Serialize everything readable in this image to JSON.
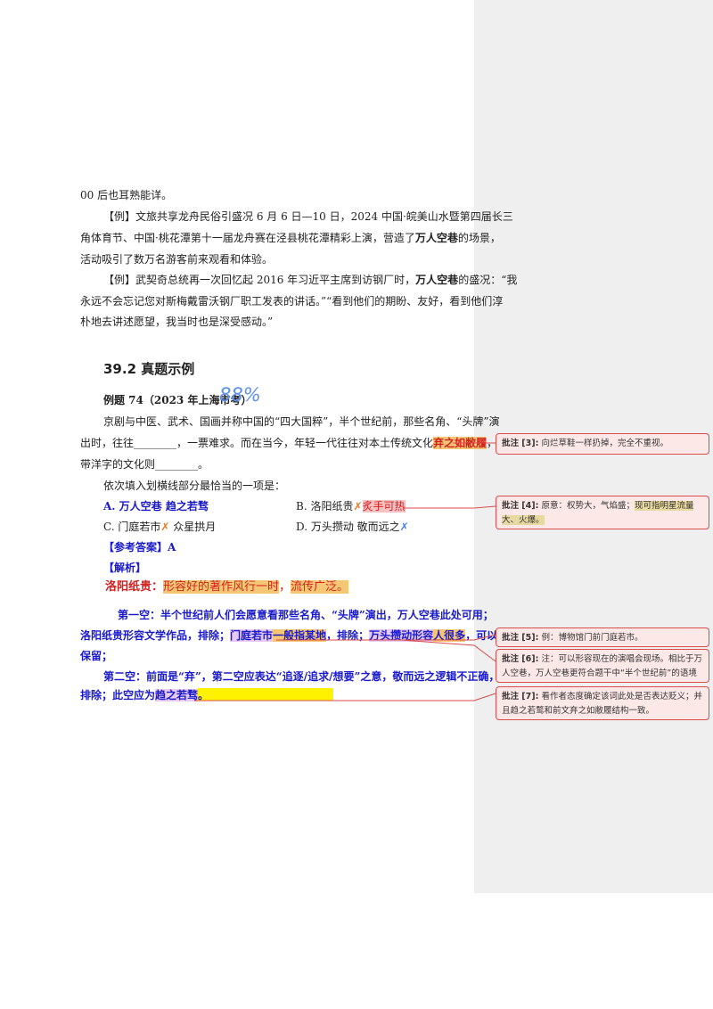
{
  "body": {
    "line1": "00 后也耳熟能详。",
    "ex1_a": "【例】文旅共享龙舟民俗引盛况 6 月 6 日—10 日，2024 中国·皖美山水暨第四届长三",
    "ex1_b_pre": "角体育节、中国·桃花潭第十一届龙舟赛在泾县桃花潭精彩上演，营造了",
    "ex1_b_bold": "万人空巷",
    "ex1_b_post": "的场景，",
    "ex1_c": "活动吸引了数万名游客前来观看和体验。",
    "ex2_a_pre": "【例】武契奇总统再一次回忆起 2016 年习近平主席到访钢厂时，",
    "ex2_a_bold": "万人空巷",
    "ex2_a_post": "的盛况：“我",
    "ex2_b": "永远不会忘记您对斯梅戴雷沃钢厂职工发表的讲话。”“看到他们的期盼、友好，看到他们淳",
    "ex2_c": "朴地去讲述愿望，我当时也是深受感动。”",
    "heading": "39.2   真题示例",
    "example_title": "例题 74（2023 年上海市考）",
    "pct_mark": "88%",
    "q1": "京剧与中医、武术、国画并称中国的“四大国粹”，半个世纪前，那些名角、“头牌”演",
    "q2_pre": "出时，往往________，一票难求。而在当今，年轻一代往往对本土传统文化",
    "q2_hl": "弃之如敝履",
    "q2_post": "，对",
    "q3": "带洋字的文化则________。",
    "q4": "依次填入划横线部分最恰当的一项是：",
    "optA": "A. 万人空巷   趋之若骛",
    "optB_pre": "B. 洛阳纸贵",
    "optB_hl": "炙手可热",
    "optC_pre": "C. 门庭若市",
    "optC_post": "众星拱月",
    "optD_pre": "D. 万头攒动   敬而远之",
    "answer": "【参考答案】A",
    "analysis_label": "【解析】",
    "analysis_term": "洛阳纸贵：",
    "analysis_def1": "形容好的著作风行一时",
    "analysis_def_sep": "，",
    "analysis_def2": "流传广泛。",
    "a1": "第一空：半个世纪前人们会愿意看那些名角、“头牌”演出，万人空巷此处可用；",
    "a2_pre": "洛阳纸贵形容文学作品，排除；",
    "a2_hl1": "门庭若市",
    "a2_hl2": "一般指某地",
    "a2_mid": "，排除；",
    "a2_hl3": "万头攒动形容",
    "a2_hl4": "人很多",
    "a2_post": "，可以",
    "a3": "保留；",
    "a4": "第二空：前面是“弃”，第二空应表达“追逐/追求/想要”之意，敬而远之逻辑不正确，",
    "a5_pre": "排除；此空应为",
    "a5_hl": "趋之若骛",
    "a5_post": "。"
  },
  "comments": [
    {
      "label": "批注 [3]:",
      "text": "向烂草鞋一样扔掉，完全不重视。"
    },
    {
      "label": "批注 [4]:",
      "text_pre": "原意：权势大，气焰盛；",
      "text_hl": "现可指明星流量大、火爆。"
    },
    {
      "label": "批注 [5]:",
      "text": "例：博物馆门前门庭若市。"
    },
    {
      "label": "批注 [6]:",
      "text": "注：可以形容现在的演唱会现场。相比于万人空巷，万人空巷更符合题干中“半个世纪前”的语境"
    },
    {
      "label": "批注 [7]:",
      "text": "看作者态度确定该词此处是否表达贬义；并且趋之若鹜和前文弃之如敝履结构一致。"
    }
  ],
  "colors": {
    "comment_border": "#d94c4c",
    "comment_bg": "#fde8e8",
    "margin_bg": "#efefef",
    "analysis_blue": "#1a1acc",
    "highlight_orange": "#f5c774",
    "highlight_purple": "#e6c9f5",
    "highlight_yellow": "#fff200"
  }
}
